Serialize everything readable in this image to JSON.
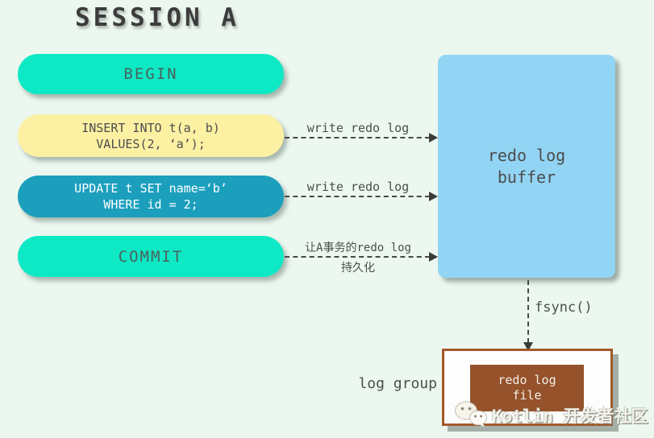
{
  "title": "SESSION A",
  "pills": {
    "begin": {
      "label": "BEGIN"
    },
    "insert": {
      "line1": "INSERT INTO t(a, b)",
      "line2": "VALUES(2, ‘a’);"
    },
    "update": {
      "line1": "UPDATE t SET name=‘b’",
      "line2": "WHERE id = 2;"
    },
    "commit": {
      "label": "COMMIT"
    }
  },
  "arrows": {
    "insert_to_buffer": {
      "label": "write redo log"
    },
    "update_to_buffer": {
      "label": "write redo log"
    },
    "commit_to_buffer": {
      "label_top": "让A事务的redo log",
      "label_bottom": "持久化"
    },
    "buffer_to_file": {
      "label": "fsync()"
    }
  },
  "buffer_box": {
    "line1": "redo log",
    "line2": "buffer"
  },
  "log_group": {
    "label": "log group",
    "file": {
      "line1": "redo log",
      "line2": "file"
    }
  },
  "watermark": {
    "icon": "wechat-icon",
    "text": "Kotlin 开发者社区"
  },
  "colors": {
    "background": "#ecf8ef",
    "pill_turquoise": "#0de9c5",
    "pill_yellow": "#fcf0a3",
    "pill_teal": "#1b9fbd",
    "buffer_blue": "#92d4f4",
    "file_brown": "#95522b",
    "box_border_brown": "#a2592a",
    "text_dark": "#4d4d4d",
    "text_light": "#ffffff"
  }
}
